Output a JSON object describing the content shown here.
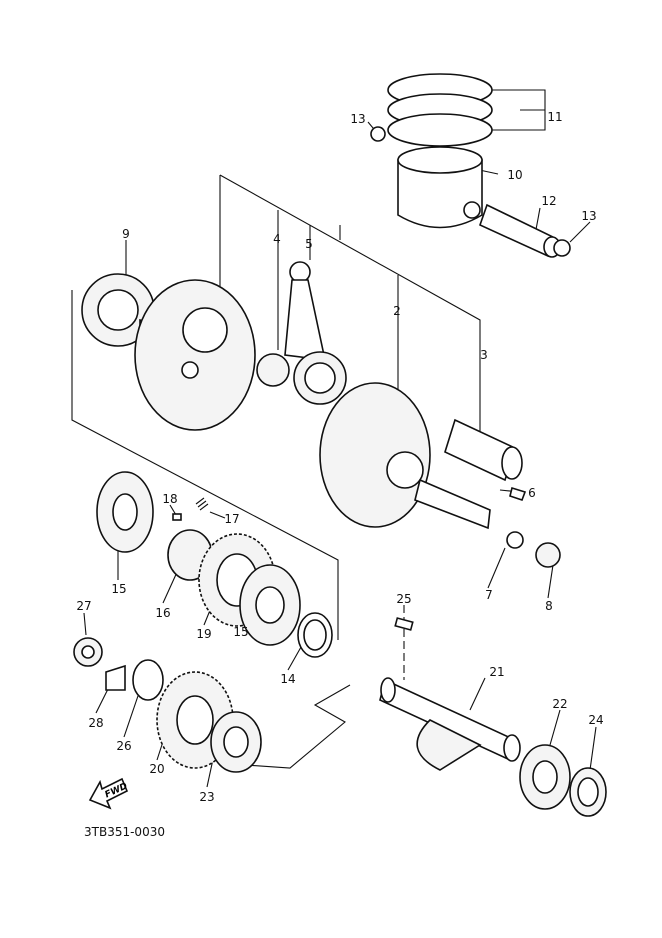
{
  "diagram": {
    "part_numbers": [
      "13",
      "11",
      "10",
      "12",
      "13",
      "9",
      "4",
      "5",
      "2",
      "3",
      "6",
      "18",
      "17",
      "15",
      "16",
      "19",
      "15",
      "14",
      "7",
      "8",
      "27",
      "25",
      "21",
      "22",
      "24",
      "28",
      "26",
      "20",
      "23"
    ],
    "direction_marker": "FWD",
    "drawing_code": "3TB351-0030"
  }
}
